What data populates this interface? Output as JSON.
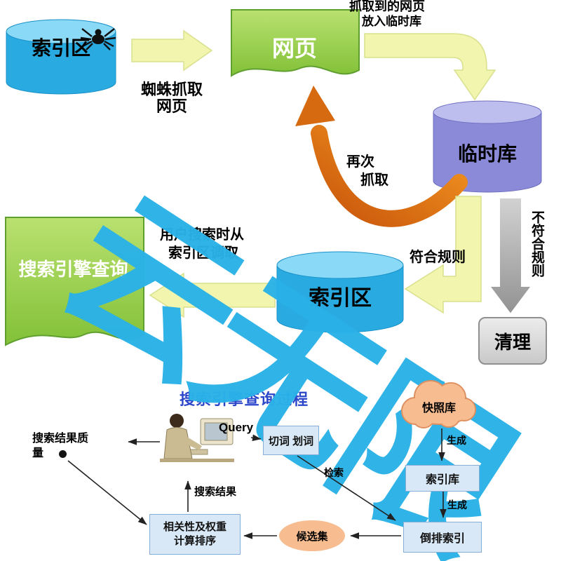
{
  "watermark": {
    "text": "云无限",
    "color": "#2ab2e8"
  },
  "top": {
    "db_source": "索引区",
    "crawl_line1": "蜘蛛抓取",
    "crawl_line2": "网页",
    "webpage": "网页",
    "to_temp_line1": "抓取到的网页",
    "to_temp_line2": "放入临时库",
    "temp_db": "临时库",
    "recrawl_line1": "再次",
    "recrawl_line2": "抓取",
    "pass_rule": "符合规则",
    "fail_rule": "不符合规则",
    "clean": "清理",
    "index_db": "索引区",
    "query_doc": "搜索引擎查询",
    "fetch_line1": "用户搜索时从",
    "fetch_line2": "索引区调取"
  },
  "bottom": {
    "title": "搜索引擎查询过程",
    "query": "Query",
    "segment": "切词 划词",
    "snapshot": "快照库",
    "index_lib": "索引库",
    "inverted": "倒排索引",
    "candidates": "候选集",
    "rank_line1": "相关性及权重",
    "rank_line2": "计算排序",
    "result": "搜索结果",
    "retrieve": "检索",
    "generate1": "生成",
    "generate2": "生成",
    "quality": "搜索结果质量"
  },
  "icons": {
    "spider": "spider-icon",
    "person": "person-at-computer-illustration",
    "dot": "bullet-dot"
  },
  "colors": {
    "cylinder_blue": "#29abe2",
    "cylinder_purple": "#8a8ad8",
    "doc_green": "#8cc63e",
    "arrow_yellow": "#f1f5ad",
    "arrow_orange": "#e07818",
    "arrow_gray": "#a8a8a8",
    "box_blue": "#d9e8f6",
    "cloud_salmon": "#f7bd90",
    "heading_blue": "#2b46c8",
    "watermark_blue": "#2ab2e8"
  }
}
